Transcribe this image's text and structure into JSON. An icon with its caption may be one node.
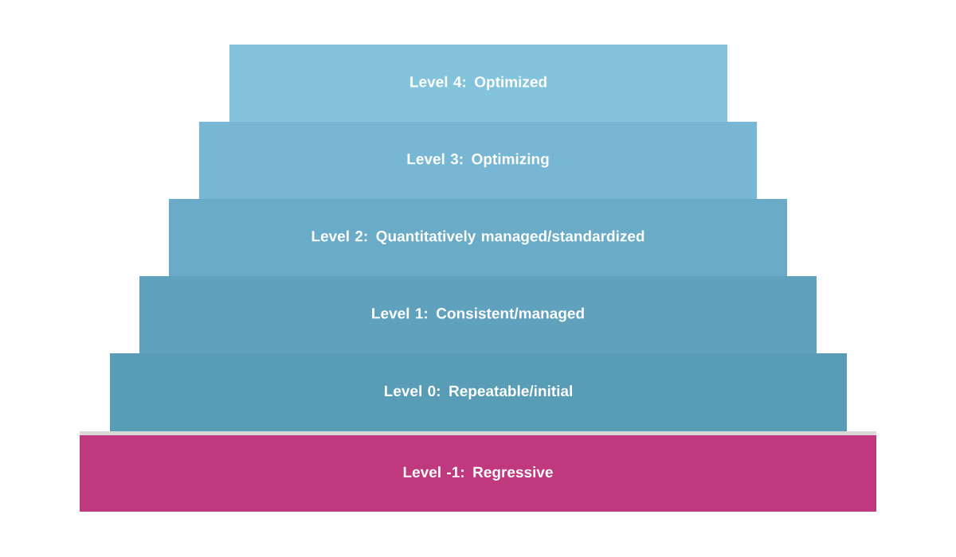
{
  "diagram": {
    "nodes": [
      {
        "text": [
          "Level 4: Optimized"
        ]
      },
      {
        "text": [
          "Level 3: Optimizing"
        ]
      },
      {
        "text": [
          "Level 2: Quantitatively managed/standardized"
        ]
      },
      {
        "text": [
          "Level 1: Consistent/managed"
        ]
      },
      {
        "text": [
          "Level 0: Repeatable/initial"
        ]
      },
      {
        "text": [
          "Level -1: Regressive"
        ]
      }
    ]
  }
}
